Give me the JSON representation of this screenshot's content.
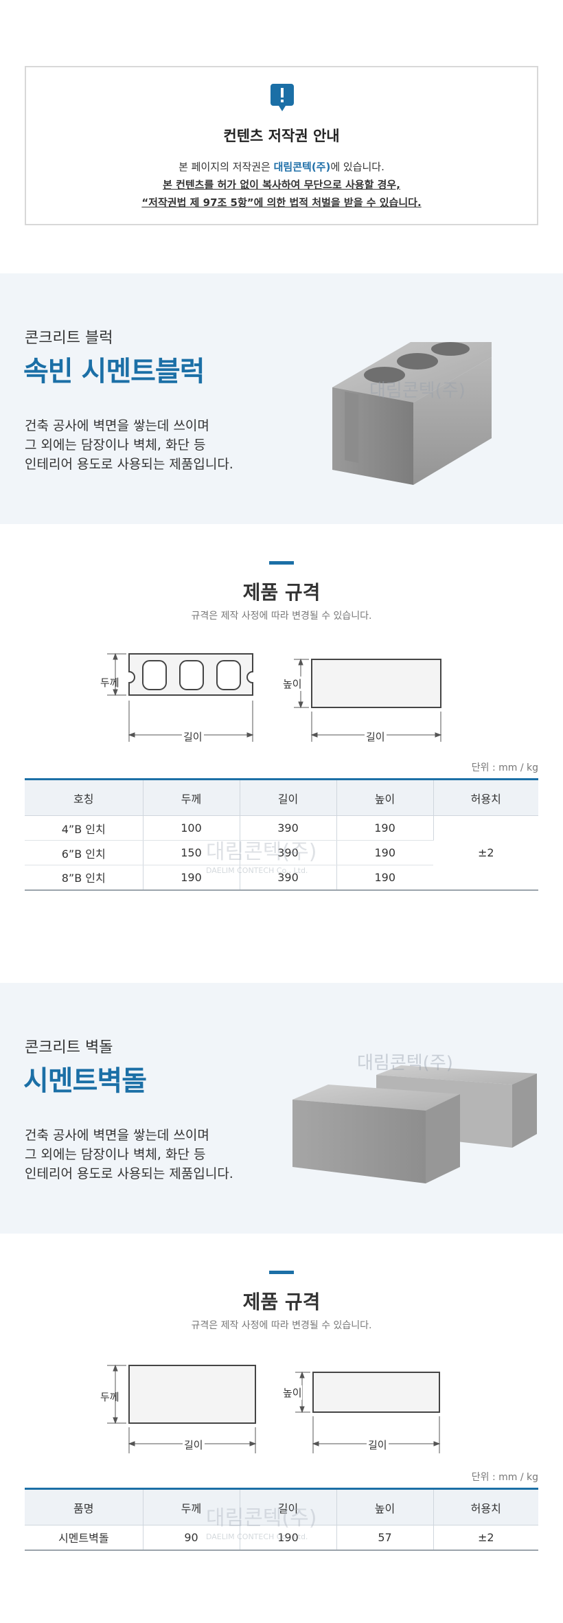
{
  "notice": {
    "title": "컨텐츠 저작권 안내",
    "line1_prefix": "본 페이지의 저작권은 ",
    "line1_company": "대림콘텍(주)",
    "line1_suffix": "에 있습니다.",
    "line2": "본 컨텐츠를 허가 없이 복사하여 무단으로 사용할 경우,",
    "line3": "“저작권법 제 97조 5항”에 의한 법적 처벌을 받을 수 있습니다."
  },
  "watermark": {
    "name": "대림콘텍(주)",
    "sub": "DAELIM CONTECH Co., Ltd."
  },
  "products": [
    {
      "category": "콘크리트 블럭",
      "name": "속빈 시멘트블럭",
      "desc": [
        "건축 공사에 벽면을 쌓는데 쓰이며",
        "그 외에는 담장이나 벽체, 화단 등",
        "인테리어 용도로 사용되는 제품입니다."
      ],
      "spec_title": "제품 규격",
      "spec_note": "규격은 제작 사정에 따라 변경될 수 있습니다.",
      "diagram_labels": {
        "thickness": "두께",
        "length": "길이",
        "height": "높이"
      },
      "unit": "단위 : mm / kg",
      "table": {
        "headers": [
          "호칭",
          "두께",
          "길이",
          "높이",
          "허용치"
        ],
        "rows": [
          [
            "4”B 인치",
            "100",
            "390",
            "190"
          ],
          [
            "6”B 인치",
            "150",
            "390",
            "190"
          ],
          [
            "8”B 인치",
            "190",
            "390",
            "190"
          ]
        ],
        "tolerance": "±2"
      }
    },
    {
      "category": "콘크리트 벽돌",
      "name": "시멘트벽돌",
      "desc": [
        "건축 공사에 벽면을 쌓는데 쓰이며",
        "그 외에는 담장이나 벽체, 화단 등",
        "인테리어 용도로 사용되는 제품입니다."
      ],
      "spec_title": "제품 규격",
      "spec_note": "규격은 제작 사정에 따라 변경될 수 있습니다.",
      "diagram_labels": {
        "thickness": "두께",
        "length": "길이",
        "height": "높이"
      },
      "unit": "단위 : mm / kg",
      "table": {
        "headers": [
          "품명",
          "두께",
          "길이",
          "높이",
          "허용치"
        ],
        "rows": [
          [
            "시멘트벽돌",
            "90",
            "190",
            "57",
            "±2"
          ]
        ]
      }
    }
  ],
  "colors": {
    "accent": "#1b6fa6",
    "hero_bg": "#f1f5f9"
  }
}
